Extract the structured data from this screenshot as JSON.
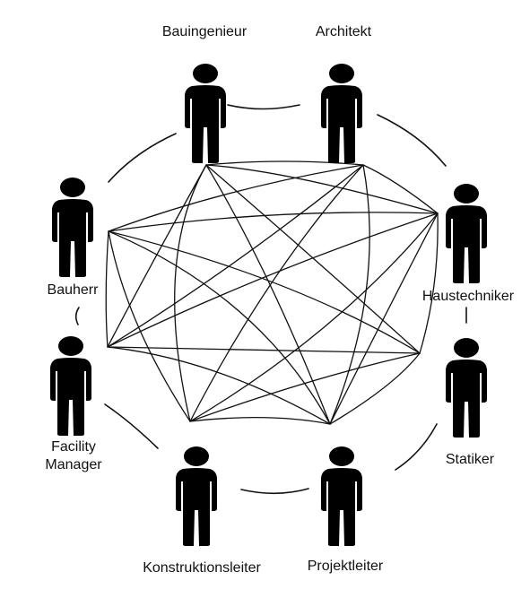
{
  "diagram": {
    "roles": [
      {
        "id": "bauingenieur",
        "label": "Bauingenieur"
      },
      {
        "id": "architekt",
        "label": "Architekt"
      },
      {
        "id": "haustechniker",
        "label": "Haustechniker"
      },
      {
        "id": "statiker",
        "label": "Statiker"
      },
      {
        "id": "projektleiter",
        "label": "Projektleiter"
      },
      {
        "id": "konstruktionsleiter",
        "label": "Konstruktionsleiter"
      },
      {
        "id": "facility_manager",
        "label_line1": "Facility",
        "label_line2": "Manager"
      },
      {
        "id": "bauherr",
        "label": "Bauherr"
      }
    ],
    "stroke_color": "#111111",
    "fill_color": "#000000"
  }
}
